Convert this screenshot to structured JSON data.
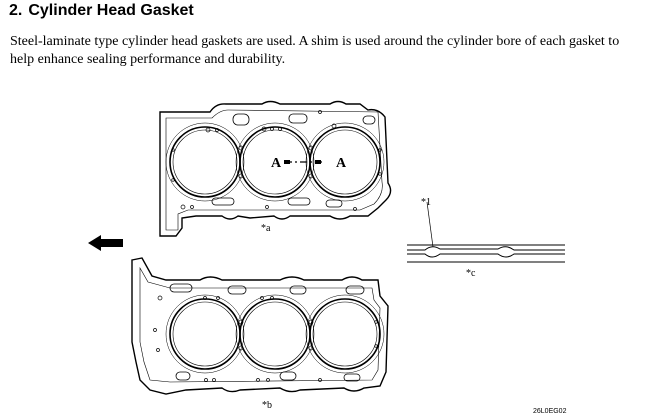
{
  "section": {
    "number": "2.",
    "title": "Cylinder Head Gasket",
    "description": "Steel-laminate type cylinder head gaskets are used. A shim is used around the cylinder bore of each gasket to help enhance sealing performance and durability."
  },
  "figure": {
    "section_marker_left": "A",
    "section_marker_right": "A",
    "callout_a": "*a",
    "callout_b": "*b",
    "callout_c": "*c",
    "callout_1": "*1",
    "figure_code": "26L0EG02"
  }
}
